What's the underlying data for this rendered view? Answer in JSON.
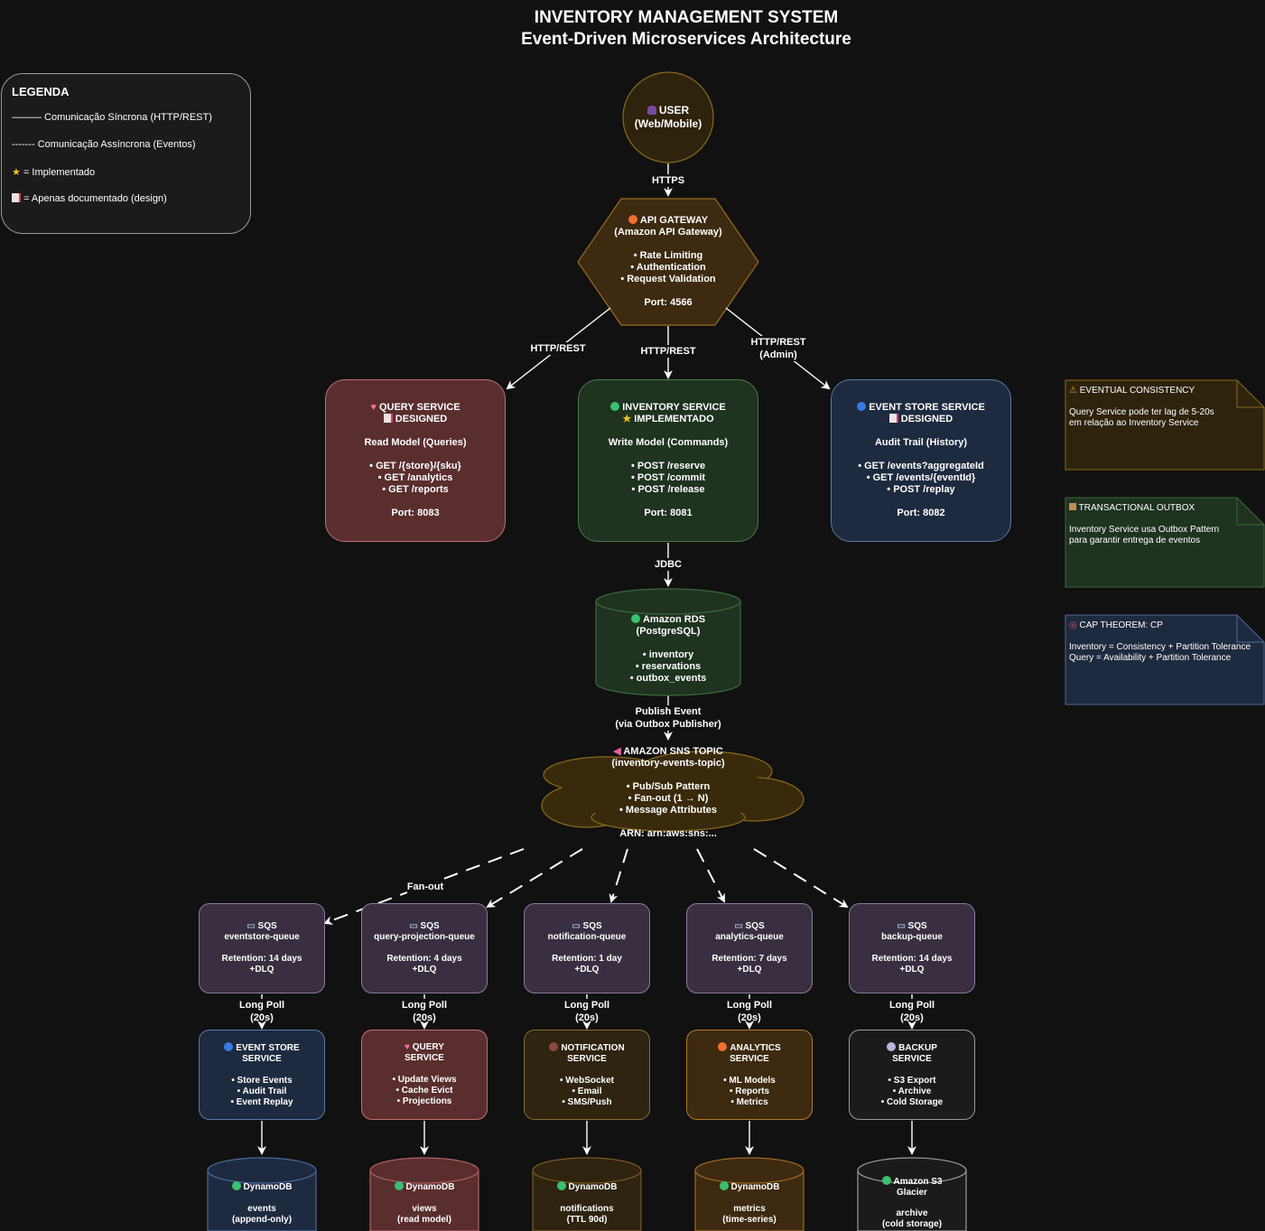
{
  "title": {
    "line1": "INVENTORY MANAGEMENT SYSTEM",
    "line2": "Event-Driven Microservices Architecture"
  },
  "legend": {
    "title": "LEGENDA",
    "sync": "——— Comunicação Síncrona (HTTP/REST)",
    "async": "------- Comunicação Assíncrona (Eventos)",
    "implemented": "= Implementado",
    "documented": "= Apenas documentado (design)",
    "implemented_icon": "star-icon",
    "documented_icon": "memo-icon"
  },
  "user": {
    "line1": "USER",
    "line2": "(Web/Mobile)",
    "icon": "user-icon"
  },
  "edges": {
    "https": "HTTPS",
    "rest_left": "HTTP/REST",
    "rest_center": "HTTP/REST",
    "rest_right_1": "HTTP/REST",
    "rest_right_2": "(Admin)",
    "jdbc": "JDBC",
    "publish_1": "Publish Event",
    "publish_2": "(via Outbox Publisher)",
    "fanout": "Fan-out",
    "longpoll_1": "Long Poll",
    "longpoll_2": "(20s)"
  },
  "gateway": {
    "title": "API GATEWAY",
    "subtitle": "(Amazon API Gateway)",
    "bullets": [
      "• Rate Limiting",
      "• Authentication",
      "• Request Validation"
    ],
    "port": "Port: 4566",
    "icon": "orange-circle-icon"
  },
  "services": [
    {
      "title": "QUERY SERVICE",
      "status": "DESIGNED",
      "model": "Read Model (Queries)",
      "bullets": [
        "• GET /{store}/{sku}",
        "• GET /analytics",
        "• GET /reports"
      ],
      "port": "Port: 8083",
      "icon": "pink-heart-icon",
      "status_icon": "memo-icon"
    },
    {
      "title": "INVENTORY SERVICE",
      "status": "IMPLEMENTADO",
      "model": "Write Model (Commands)",
      "bullets": [
        "• POST /reserve",
        "• POST /commit",
        "• POST /release"
      ],
      "port": "Port: 8081",
      "icon": "green-circle-icon",
      "status_icon": "star-icon"
    },
    {
      "title": "EVENT STORE SERVICE",
      "status": "DESIGNED",
      "model": "Audit Trail (History)",
      "bullets": [
        "• GET /events?aggregateId",
        "• GET /events/{eventId}",
        "• POST /replay"
      ],
      "port": "Port: 8082",
      "icon": "blue-circle-icon",
      "status_icon": "memo-icon"
    }
  ],
  "rds": {
    "title": "Amazon RDS",
    "subtitle": "(PostgreSQL)",
    "bullets": [
      "• inventory",
      "• reservations",
      "• outbox_events"
    ],
    "icon": "green-circle-icon"
  },
  "sns": {
    "title": "AMAZON SNS TOPIC",
    "subtitle": "(inventory-events-topic)",
    "bullets": [
      "• Pub/Sub Pattern",
      "• Fan-out (1 → N)",
      "• Message Attributes"
    ],
    "arn": "ARN: arn:aws:sns:...",
    "icon": "megaphone-icon"
  },
  "queues": [
    {
      "title": "SQS",
      "name": "eventstore-queue",
      "retention": "Retention: 14 days",
      "dlq": "+DLQ",
      "icon": "inbox-icon"
    },
    {
      "title": "SQS",
      "name": "query-projection-queue",
      "retention": "Retention: 4 days",
      "dlq": "+DLQ",
      "icon": "inbox-icon"
    },
    {
      "title": "SQS",
      "name": "notification-queue",
      "retention": "Retention: 1 day",
      "dlq": "+DLQ",
      "icon": "inbox-icon"
    },
    {
      "title": "SQS",
      "name": "analytics-queue",
      "retention": "Retention: 7 days",
      "dlq": "+DLQ",
      "icon": "inbox-icon"
    },
    {
      "title": "SQS",
      "name": "backup-queue",
      "retention": "Retention: 14 days",
      "dlq": "+DLQ",
      "icon": "inbox-icon"
    }
  ],
  "consumers": [
    {
      "line1": "EVENT STORE",
      "line2": "SERVICE",
      "bullets": [
        "• Store Events",
        "• Audit Trail",
        "• Event Replay"
      ],
      "icon": "blue-circle-icon"
    },
    {
      "line1": "QUERY",
      "line2": "SERVICE",
      "bullets": [
        "• Update Views",
        "• Cache Evict",
        "• Projections"
      ],
      "icon": "pink-heart-icon"
    },
    {
      "line1": "NOTIFICATION",
      "line2": "SERVICE",
      "bullets": [
        "• WebSocket",
        "• Email",
        "• SMS/Push"
      ],
      "icon": "brown-circle-icon"
    },
    {
      "line1": "ANALYTICS",
      "line2": "SERVICE",
      "bullets": [
        "• ML Models",
        "• Reports",
        "• Metrics"
      ],
      "icon": "orange-circle-icon"
    },
    {
      "line1": "BACKUP",
      "line2": "SERVICE",
      "bullets": [
        "• S3 Export",
        "• Archive",
        "• Cold Storage"
      ],
      "icon": "lavender-circle-icon"
    }
  ],
  "stores": [
    {
      "title": "DynamoDB",
      "line1": "events",
      "line2": "(append-only)",
      "icon": "green-circle-icon"
    },
    {
      "title": "DynamoDB",
      "line1": "views",
      "line2": "(read model)",
      "icon": "green-circle-icon"
    },
    {
      "title": "DynamoDB",
      "line1": "notifications",
      "line2": "(TTL 90d)",
      "icon": "green-circle-icon"
    },
    {
      "title": "DynamoDB",
      "line1": "metrics",
      "line2": "(time-series)",
      "icon": "green-circle-icon"
    },
    {
      "title": "Amazon S3",
      "title2": "Glacier",
      "line1": "archive",
      "line2": "(cold storage)",
      "icon": "green-circle-icon"
    }
  ],
  "notes": [
    {
      "title": "EVENTUAL CONSISTENCY",
      "line1": "Query Service pode ter lag de 5-20s",
      "line2": "em relação ao Inventory Service",
      "icon": "warning-icon"
    },
    {
      "title": "TRANSACTIONAL OUTBOX",
      "line1": "Inventory Service usa Outbox Pattern",
      "line2": "para garantir entrega de eventos",
      "icon": "package-icon"
    },
    {
      "title": "CAP THEOREM: CP",
      "line1": "Inventory = Consistency + Partition Tolerance",
      "line2": "Query = Availability + Partition Tolerance",
      "icon": "target-icon"
    }
  ],
  "colors": {
    "background": "#111111",
    "user": "#3a2a0c",
    "gateway": "#3d2a10",
    "query": "#5a2e2e",
    "inventory": "#1f3320",
    "eventstore": "#1e2a3f",
    "sqs": "#3a2f40",
    "sns": "#3a2a0c"
  }
}
